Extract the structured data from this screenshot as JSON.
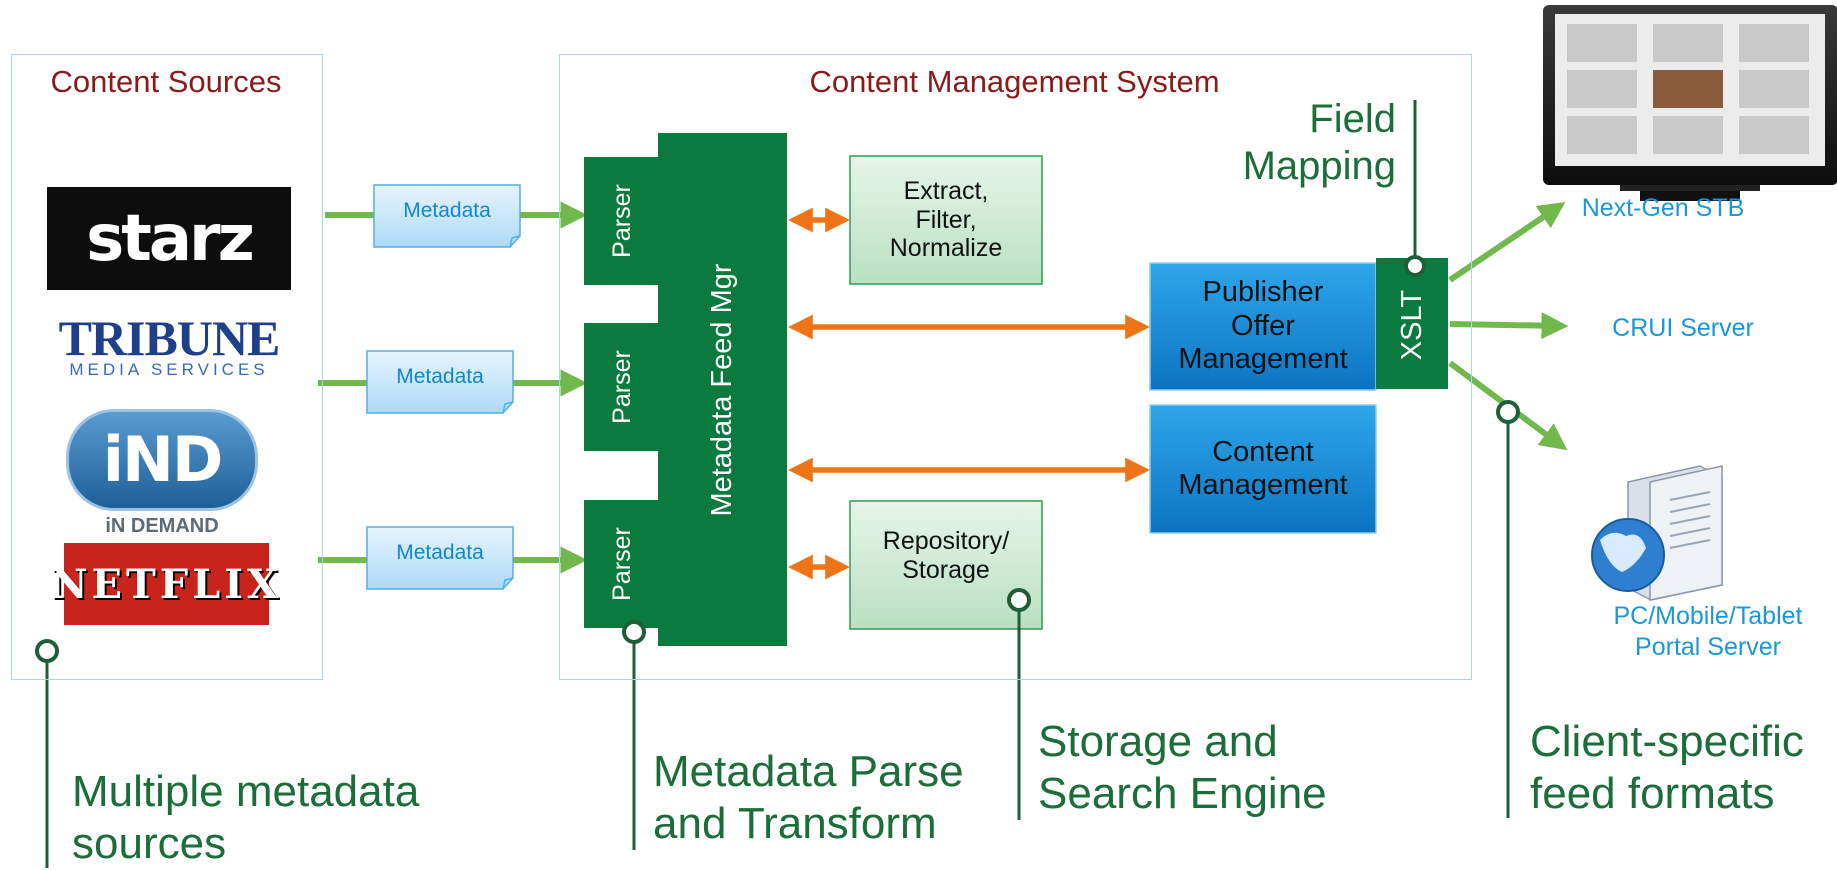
{
  "groups": {
    "content_sources": "Content Sources",
    "cms": "Content Management System"
  },
  "sources": [
    {
      "name": "starz",
      "logo_text": "starz"
    },
    {
      "name": "tribune",
      "logo_text": "TRIBUNE",
      "logo_subtext": "MEDIA SERVICES"
    },
    {
      "name": "in-demand",
      "logo_text": "iND",
      "logo_subtext": "iN DEMAND"
    },
    {
      "name": "netflix",
      "logo_text": "NETFLIX"
    }
  ],
  "metadata_label": "Metadata",
  "parser_label": "Parser",
  "feed_mgr_label": "Metadata Feed Mgr",
  "extract_label": [
    "Extract,",
    "Filter,",
    "Normalize"
  ],
  "repository_label": [
    "Repository/",
    "Storage"
  ],
  "publisher_label": [
    "Publisher",
    "Offer",
    "Management"
  ],
  "content_mgmt_label": [
    "Content",
    "Management"
  ],
  "xslt_label": "XSLT",
  "field_mapping_label": [
    "Field",
    "Mapping"
  ],
  "clients": {
    "stb": "Next-Gen STB",
    "crui": "CRUI Server",
    "portal": [
      "PC/Mobile/Tablet",
      "Portal Server"
    ]
  },
  "callouts": {
    "sources": [
      "Multiple metadata",
      "sources"
    ],
    "parse": [
      "Metadata Parse",
      "and Transform"
    ],
    "storage": [
      "Storage and",
      "Search Engine"
    ],
    "client": [
      "Client-specific",
      "feed formats"
    ]
  },
  "colors": {
    "dark_green": "#0b7a3e",
    "light_green": "#cdebd3",
    "blue": "#1a8fd8",
    "orange_arrow": "#ef7317",
    "green_arrow": "#71b94d",
    "callout_green": "#1b6e3a",
    "title_red": "#8b1a1a",
    "client_blue": "#1a97d8"
  }
}
